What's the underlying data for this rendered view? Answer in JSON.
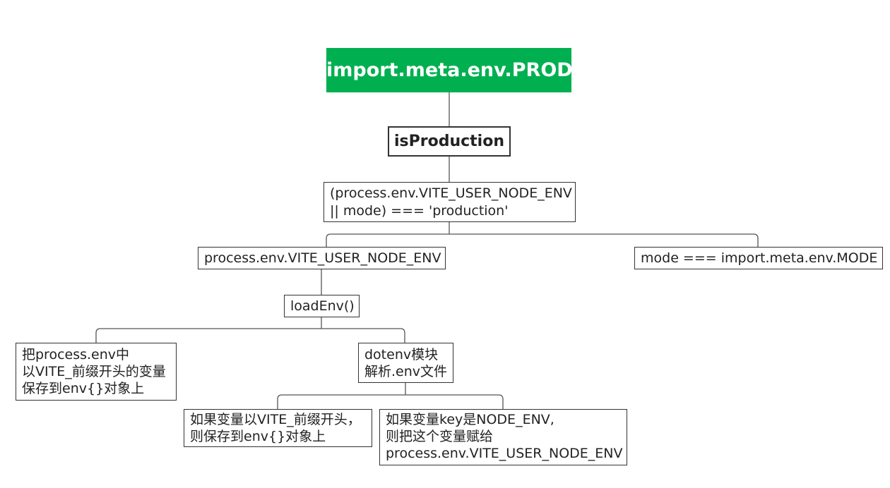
{
  "colors": {
    "root_fill": "#00b050",
    "root_text": "#ffffff",
    "border": "#333333",
    "text": "#222222"
  },
  "nodes": {
    "root": "import.meta.env.PROD",
    "is_production": "isProduction",
    "condition": [
      "(process.env.VITE_USER_NODE_ENV",
      " || mode) === 'production'"
    ],
    "process_env": "process.env.VITE_USER_NODE_ENV",
    "mode": "mode === import.meta.env.MODE",
    "load_env": "loadEnv()",
    "save_vite": [
      "把process.env中",
      "以VITE_前缀开头的变量",
      "保存到env{}对象上"
    ],
    "dotenv": [
      "dotenv模块",
      "解析.env文件"
    ],
    "vite_prefix": [
      "如果变量以VITE_前缀开头，",
      "则保存到env{}对象上"
    ],
    "node_env": [
      "如果变量key是NODE_ENV,",
      "则把这个变量赋给",
      "process.env.VITE_USER_NODE_ENV"
    ]
  }
}
